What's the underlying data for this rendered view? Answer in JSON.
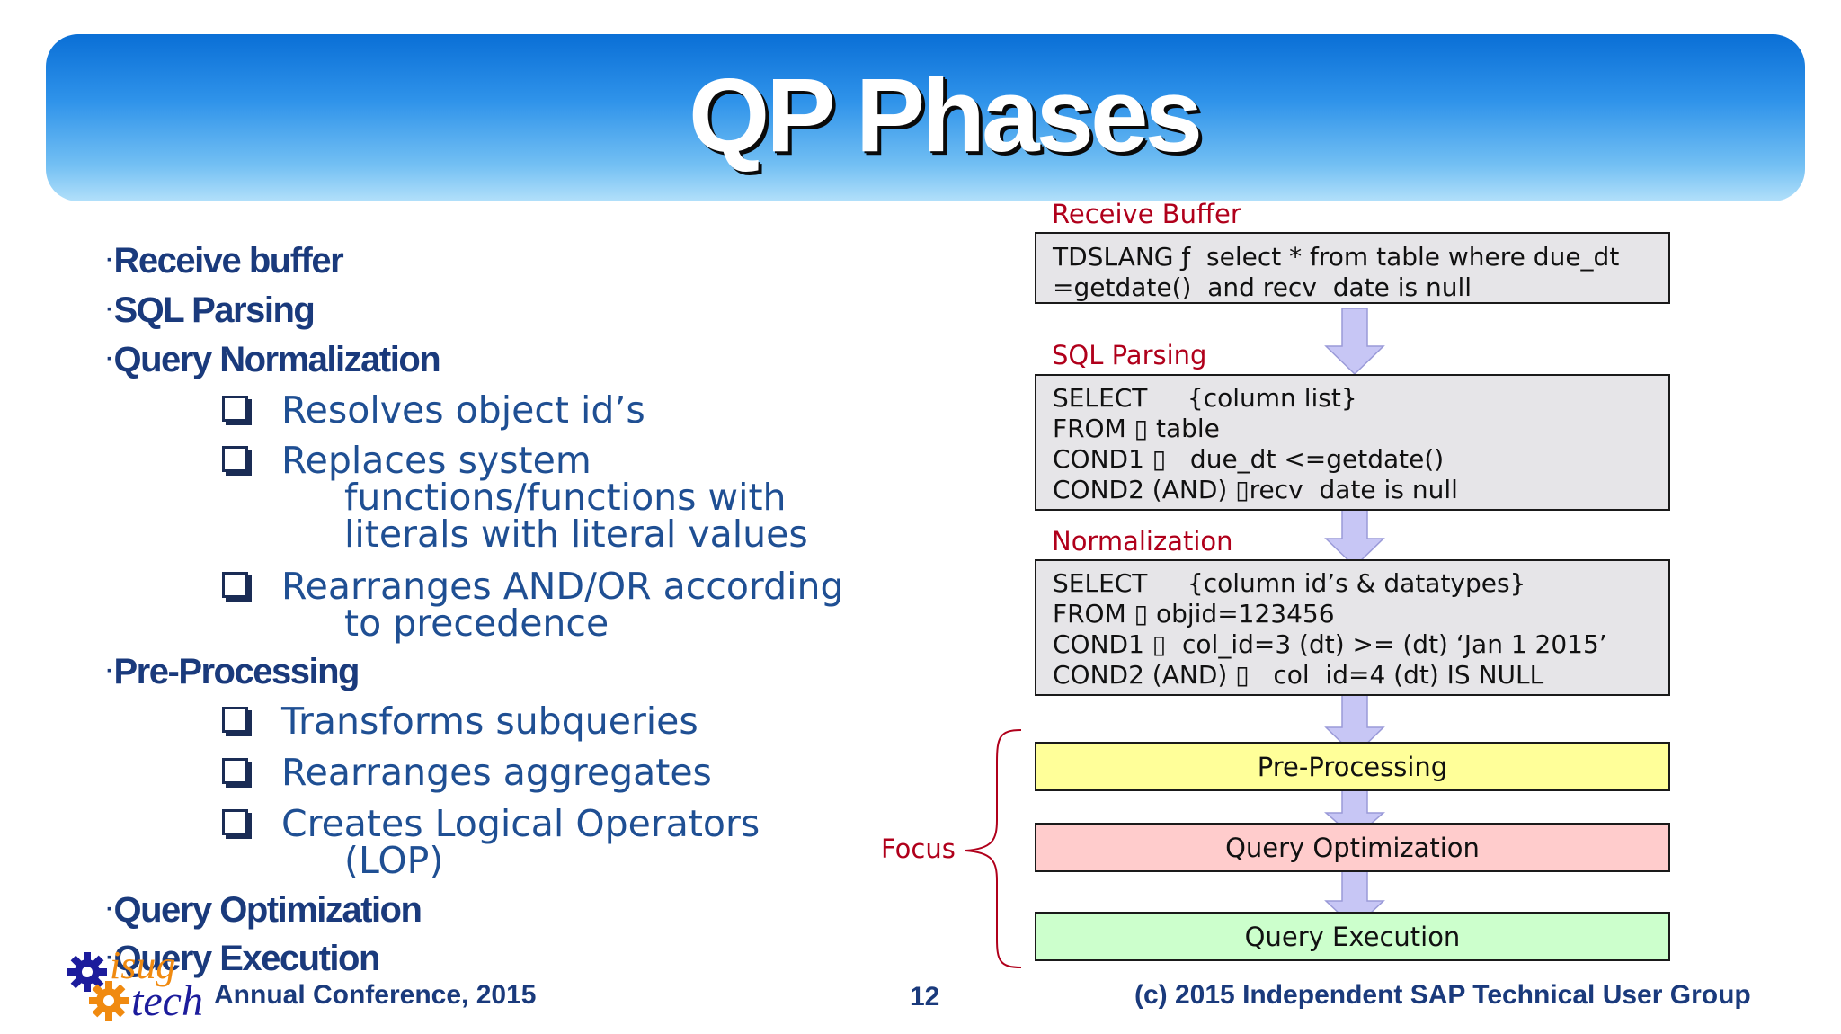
{
  "title": "QP Phases",
  "bullets": {
    "receive_buffer": "Receive buffer",
    "sql_parsing": "SQL Parsing",
    "query_normalization": "Query Normalization",
    "norm_items": [
      {
        "lines": [
          "Resolves object id’s"
        ]
      },
      {
        "lines": [
          "Replaces system",
          "functions/functions with",
          "literals with literal values"
        ]
      },
      {
        "lines": [
          "Rearranges AND/OR according",
          "to precedence"
        ]
      }
    ],
    "pre_processing": "Pre-Processing",
    "pre_items": [
      {
        "lines": [
          "Transforms subqueries"
        ]
      },
      {
        "lines": [
          "Rearranges aggregates"
        ]
      },
      {
        "lines": [
          "Creates Logical Operators",
          "(LOP)"
        ]
      }
    ],
    "query_optimization": "Query Optimization",
    "query_execution": "Query Execution"
  },
  "diagram": {
    "receive_label": "Receive Buffer",
    "receive_lines": [
      "TDSLANG ƒ  select * from table where due_dt",
      "=getdate()  and recv  date is null"
    ],
    "parsing_label": "SQL Parsing",
    "parsing_lines": [
      "SELECT     {column list}",
      "FROM ▯ table",
      "COND1 ▯   due_dt <=getdate()",
      "COND2 (AND) ▯recv  date is null"
    ],
    "normalization_label": "Normalization",
    "normalization_lines": [
      "SELECT     {column id’s & datatypes}",
      "FROM ▯ objid=123456",
      "COND1 ▯  col_id=3 (dt) >= (dt) ‘Jan 1 2015’",
      "COND2 (AND) ▯   col  id=4 (dt) IS NULL"
    ],
    "pre_processing": "Pre-Processing",
    "query_optimization": "Query Optimization",
    "query_execution": "Query Execution",
    "focus_label": "Focus",
    "colors": {
      "pre_processing": "#ffff99",
      "query_optimization": "#ffcccc",
      "query_execution": "#ccffcc",
      "code_box": "#e6e5e8",
      "arrow": "#c7c6f5"
    }
  },
  "footer": {
    "logo_top": "isug",
    "logo_bottom": "tech",
    "conference": "Annual Conference, 2015",
    "page_number": "12",
    "copyright": "(c) 2015 Independent SAP Technical User Group"
  }
}
